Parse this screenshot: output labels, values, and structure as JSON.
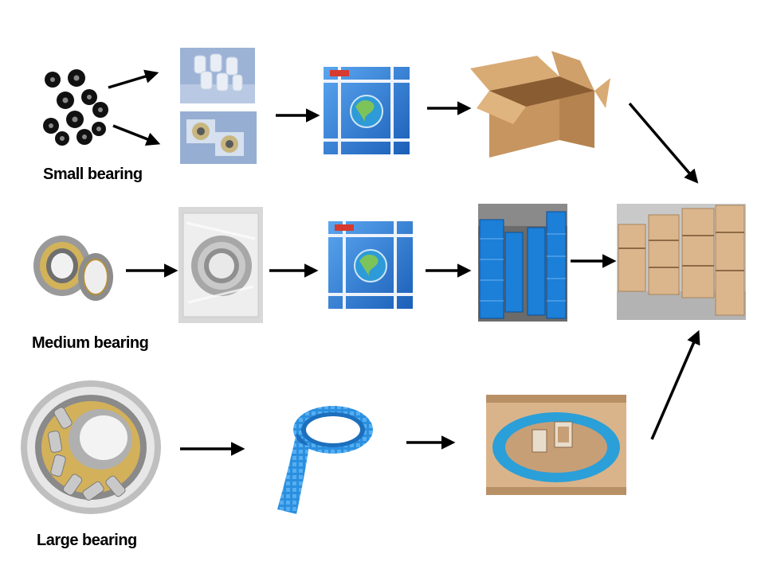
{
  "rows": {
    "small": {
      "label": "Small bearing"
    },
    "medium": {
      "label": "Medium bearing"
    },
    "large": {
      "label": "Large bearing"
    }
  },
  "icons": [
    "small-bearings-image",
    "plastic-tube-packing-image",
    "plastic-bag-packing-image",
    "branded-carton-image",
    "cardboard-box-image",
    "medium-bearing-image",
    "bagged-bearing-image",
    "pallet-stack-image",
    "wooden-case-warehouse-image",
    "large-bearing-image",
    "blue-wrap-tape-image",
    "wooden-crate-image"
  ],
  "colors": {
    "arrow": "#000000",
    "carton_blue": "#1e6fd0",
    "wrap_blue": "#2b8fe0",
    "cardboard": "#c99a63",
    "wood": "#d9b48a"
  }
}
